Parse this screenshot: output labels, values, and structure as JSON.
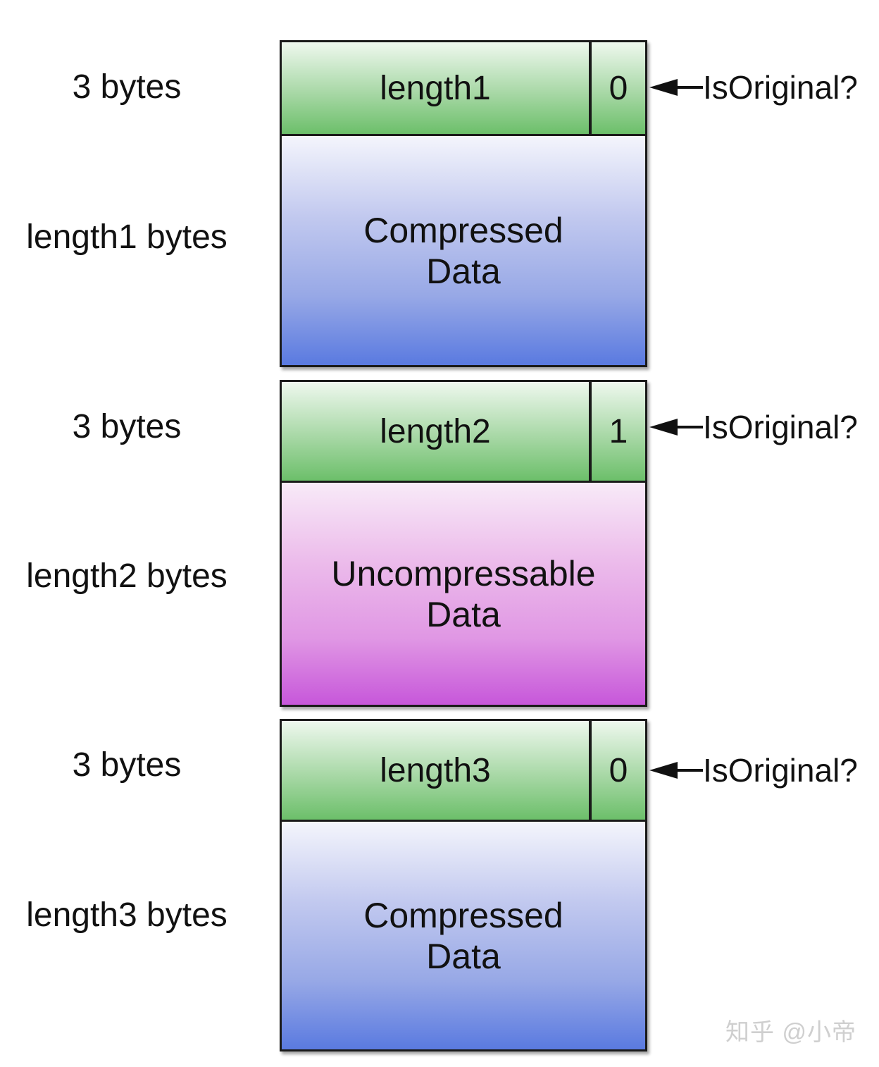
{
  "blocks": [
    {
      "size_label": "3 bytes",
      "length_label": "length1",
      "flag": "0",
      "data_line1": "Compressed",
      "data_line2": "Data",
      "data_label": "length1 bytes",
      "annotation": "IsOriginal?",
      "fill": "blue"
    },
    {
      "size_label": "3 bytes",
      "length_label": "length2",
      "flag": "1",
      "data_line1": "Uncompressable",
      "data_line2": "Data",
      "data_label": "length2 bytes",
      "annotation": "IsOriginal?",
      "fill": "purple"
    },
    {
      "size_label": "3 bytes",
      "length_label": "length3",
      "flag": "0",
      "data_line1": "Compressed",
      "data_line2": "Data",
      "data_label": "length3 bytes",
      "annotation": "IsOriginal?",
      "fill": "blue"
    }
  ],
  "watermark": "知乎 @小帝",
  "colors": {
    "header_green": "#7cc47a",
    "compressed_blue": "#5a7ae0",
    "uncompressable_purple": "#c757da",
    "outline": "#1a1a1a"
  }
}
